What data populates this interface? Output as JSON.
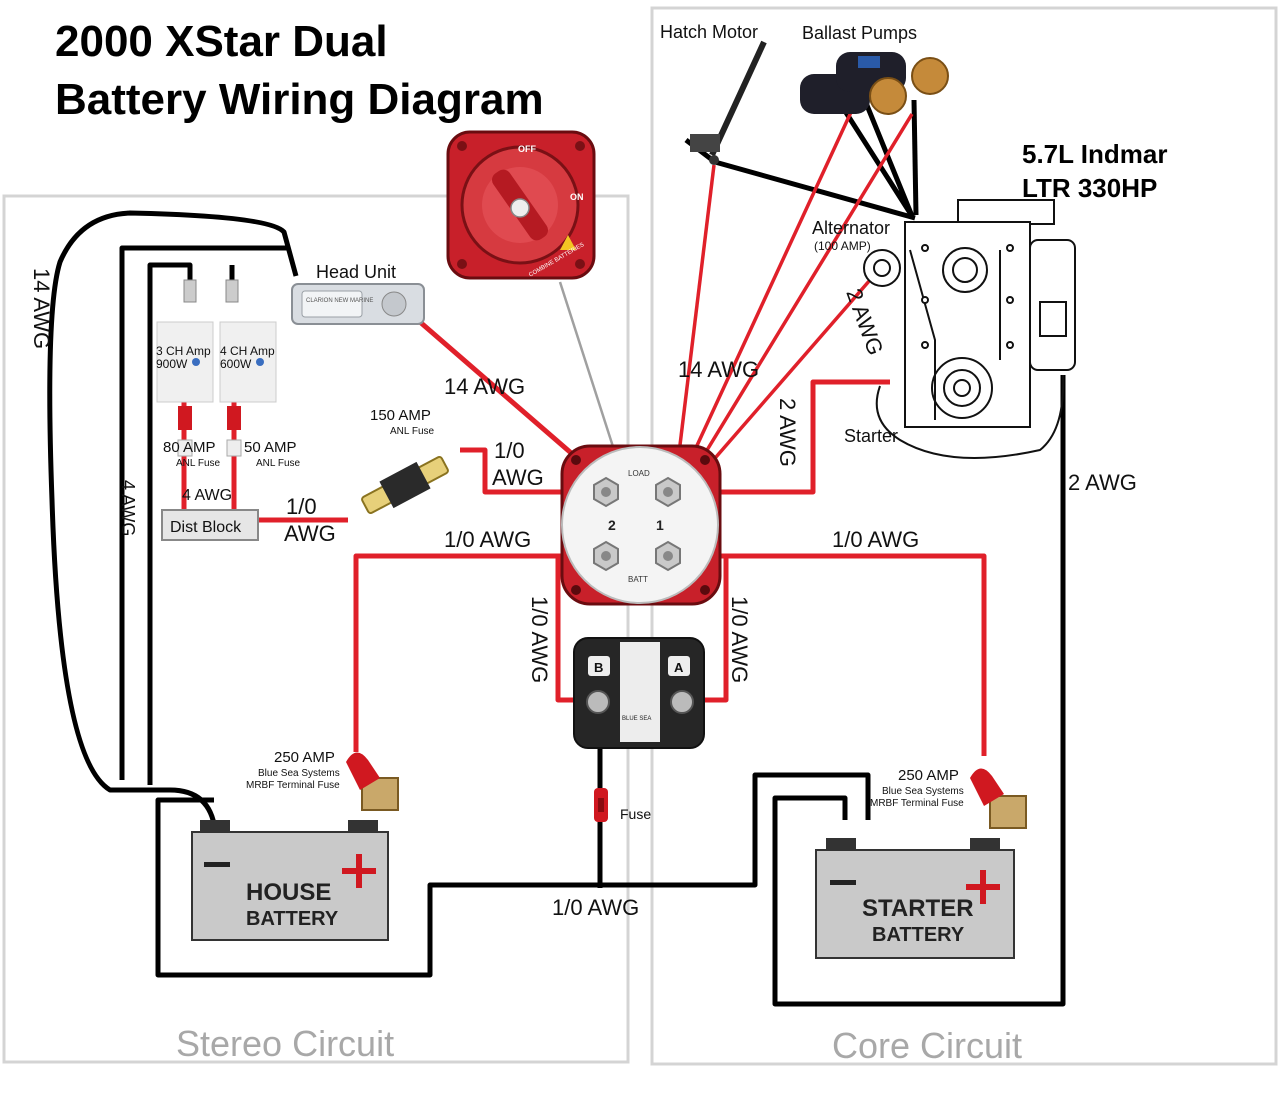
{
  "title": {
    "line1": "2000 XStar Dual",
    "line2": "Battery Wiring Diagram"
  },
  "engine": {
    "line1": "5.7L Indmar",
    "line2": "LTR 330HP"
  },
  "circuits": {
    "stereo": "Stereo Circuit",
    "core": "Core Circuit"
  },
  "components": {
    "hatch_motor": "Hatch Motor",
    "ballast_pumps": "Ballast Pumps",
    "alternator": "Alternator",
    "alternator_rating": "(100 AMP)",
    "starter": "Starter",
    "head_unit": "Head Unit",
    "head_unit_screen": "CLARION NEW MARINE",
    "amp3_line1": "3 CH Amp",
    "amp3_line2": "900W",
    "amp4_line1": "4 CH Amp",
    "amp4_line2": "600W",
    "dist_block": "Dist Block",
    "fuse150_amp": "150 AMP",
    "fuse150_type": "ANL Fuse",
    "fuse80_amp": "80 AMP",
    "fuse80_type": "ANL Fuse",
    "fuse50_amp": "50 AMP",
    "fuse50_type": "ANL Fuse",
    "house_fuse_amp": "250 AMP",
    "house_fuse_line1": "Blue Sea Systems",
    "house_fuse_line2": "MRBF Terminal Fuse",
    "starter_fuse_amp": "250 AMP",
    "starter_fuse_line1": "Blue Sea Systems",
    "starter_fuse_line2": "MRBF Terminal Fuse",
    "house_battery_line1": "HOUSE",
    "house_battery_line2": "BATTERY",
    "starter_battery_line1": "STARTER",
    "starter_battery_line2": "BATTERY",
    "fuse_small": "Fuse",
    "switch_off": "OFF",
    "switch_on": "ON",
    "switch_combine": "COMBINE BATTERIES",
    "switch_load": "LOAD",
    "switch_batt": "BATT",
    "switch_post2": "2",
    "switch_post1": "1",
    "acr_b": "B",
    "acr_a": "A",
    "acr_brand": "BLUE SEA"
  },
  "wire_labels": {
    "awg14_left": "14 AWG",
    "awg4_left": "4 AWG",
    "awg4_dist": "4 AWG",
    "awg14_head": "14 AWG",
    "awg10_dist_1": "1/0",
    "awg10_dist_2": "AWG",
    "awg10_fuse_1": "1/0",
    "awg10_fuse_2": "AWG",
    "awg10_h_left": "1/0 AWG",
    "awg10_h_right": "1/0 AWG",
    "awg10_v_left": "1/0 AWG",
    "awg10_v_right": "1/0 AWG",
    "awg10_bottom": "1/0 AWG",
    "awg14_motor": "14 AWG",
    "awg2_alt": "2 AWG",
    "awg2_starter": "2 AWG",
    "awg2_ground": "2 AWG"
  },
  "colors": {
    "positive_wire": "#e0202a",
    "ground_wire": "#000000",
    "frame": "#d4d4d4"
  }
}
